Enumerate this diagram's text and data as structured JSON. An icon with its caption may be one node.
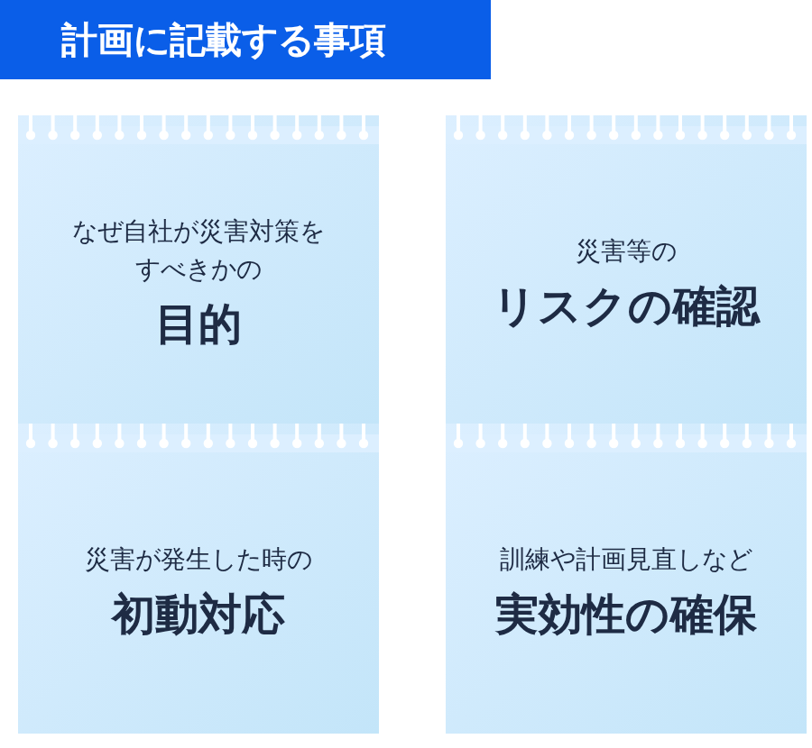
{
  "diagram": {
    "title": "計画に記載する事項",
    "nodes": [
      {
        "text": [
          "なぜ自社が災害対策をすべきかの",
          "目的"
        ]
      },
      {
        "text": [
          "災害等の",
          "リスクの確認"
        ]
      },
      {
        "text": [
          "災害が発生した時の",
          "初動対応"
        ]
      },
      {
        "text": [
          "訓練や計画見直しなど",
          "実効性の確保"
        ]
      }
    ]
  }
}
